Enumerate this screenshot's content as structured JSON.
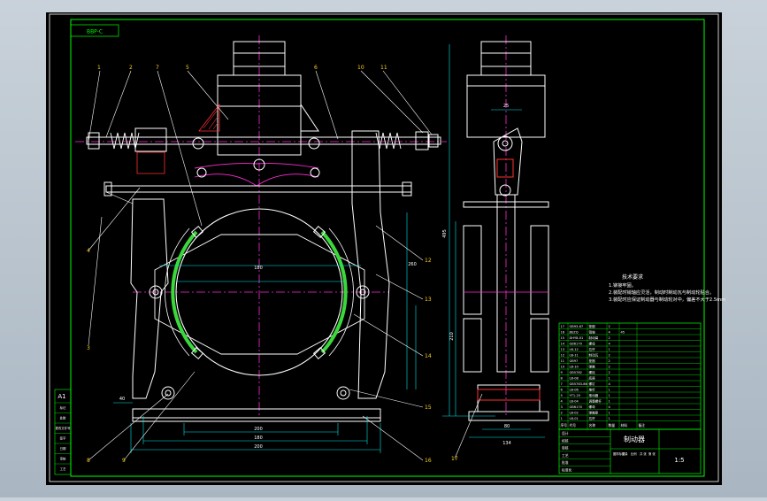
{
  "colors": {
    "background": "#000000",
    "frame": "#ffffff",
    "border": "#00ff00",
    "outline": "#ffffff",
    "dimension": "#00e5e5",
    "centerline": "#ff2bd6",
    "hatch": "#ff3030",
    "shoe": "#3ad83a",
    "leader": "#ffffff",
    "balloon": "#ffd21f",
    "table_text": "#00ff00"
  },
  "drawing": {
    "corner_tag": "BBP-C",
    "balloons_front": [
      "1",
      "2",
      "7",
      "5",
      "6",
      "10",
      "11",
      "4",
      "3",
      "12",
      "13",
      "14",
      "15",
      "16",
      "8",
      "9"
    ],
    "balloon_side": "17",
    "dims_front": [
      "180",
      "200",
      "200",
      "40",
      "180",
      "260"
    ],
    "dim_side_width": "134",
    "dim_side_mid": "80",
    "dim_side_top": "25",
    "dim_side_height": "495",
    "dim_side_low": "210",
    "notes_title": "技术要求",
    "notes": [
      "1.铆接牢固。",
      "2.装配时销轴应灵活，制动时制动瓦与制动轮贴合。",
      "3.装配时应保证制动器与制动轮对中，偏差不大于2.5mm"
    ],
    "grade_left": "A1",
    "title_name": "制动器",
    "scale": "1:5"
  },
  "labels": {
    "left_strip_items": [
      "标记",
      "处数",
      "更改文件号",
      "签字",
      "日期",
      "审核",
      "工艺"
    ],
    "parts_rows": [
      [
        "17",
        "GB93-87",
        "垫圈",
        "2",
        "",
        ""
      ],
      [
        "16",
        "JB/ZQ",
        "销轴",
        "4",
        "45",
        ""
      ],
      [
        "15",
        "DHY8-01",
        "制动臂",
        "2",
        "",
        ""
      ],
      [
        "14",
        "GB6170",
        "螺母",
        "4",
        "",
        ""
      ],
      [
        "13",
        "LB-12",
        "拉杆",
        "1",
        "",
        ""
      ],
      [
        "12",
        "LB-11",
        "制动瓦",
        "2",
        "",
        ""
      ],
      [
        "11",
        "GB97",
        "垫圈",
        "2",
        "",
        ""
      ],
      [
        "10",
        "LB-10",
        "弹簧",
        "2",
        "",
        ""
      ],
      [
        "9",
        "GB5782",
        "螺栓",
        "2",
        "",
        ""
      ],
      [
        "8",
        "LB-08",
        "底座",
        "1",
        "",
        ""
      ],
      [
        "7",
        "GB5783-86",
        "螺钉",
        "4",
        "",
        ""
      ],
      [
        "6",
        "LB-06",
        "推杆",
        "1",
        "",
        ""
      ],
      [
        "5",
        "YT1-25",
        "推动器",
        "1",
        "",
        ""
      ],
      [
        "4",
        "LB-04",
        "调整螺杆",
        "1",
        "",
        ""
      ],
      [
        "3",
        "GB6170",
        "螺母",
        "4",
        "",
        ""
      ],
      [
        "2",
        "LB-02",
        "弹簧座",
        "1",
        "",
        ""
      ],
      [
        "1",
        "LB-01",
        "拉杆",
        "1",
        "",
        ""
      ]
    ],
    "parts_header": [
      "序号",
      "代号",
      "名称",
      "数量",
      "材料",
      "备注"
    ],
    "sign_cells": [
      "设计",
      "校核",
      "审核",
      "工艺",
      "批准",
      "标准化"
    ],
    "title_meta": [
      "图样标记",
      "重量",
      "比例",
      "共 张",
      "第 张"
    ]
  }
}
